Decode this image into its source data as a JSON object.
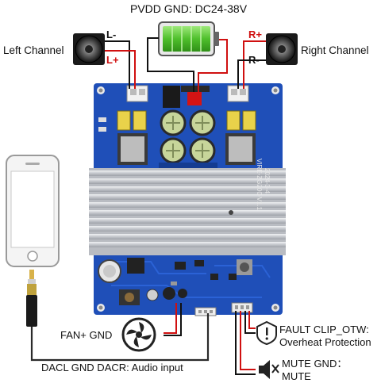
{
  "labels": {
    "power": "PVDD GND: DC24-38V",
    "left_channel": "Left Channel",
    "right_channel": "Right Channel",
    "l_minus": "L-",
    "l_plus": "L+",
    "r_plus": "R+",
    "r_minus": "R-",
    "fan": "FAN+ GND",
    "fault_line1": "FAULT CLIP_OTW:",
    "fault_line2": "Overheat Protection",
    "mute_line1": "MUTE GND：",
    "mute_line2": "MUTE",
    "audio_input": "DACL GND DACR:  Audio input",
    "board_version": "VIRE-ZG200-V1.1",
    "board_date": "2024-3-4"
  },
  "colors": {
    "pcb": "#1f4fb8",
    "pcb_dark": "#153c91",
    "heatsink": "#c9ccd1",
    "battery": "#5ec83a",
    "wire_red": "#d01010",
    "wire_black": "#111111",
    "capacitor": "#c7d59a",
    "inductor": "#e9d24a"
  },
  "icons": [
    "speaker-icon",
    "battery-icon",
    "fan-icon",
    "fault-warning-icon",
    "mute-icon",
    "smartphone-icon",
    "audio-jack-icon"
  ]
}
